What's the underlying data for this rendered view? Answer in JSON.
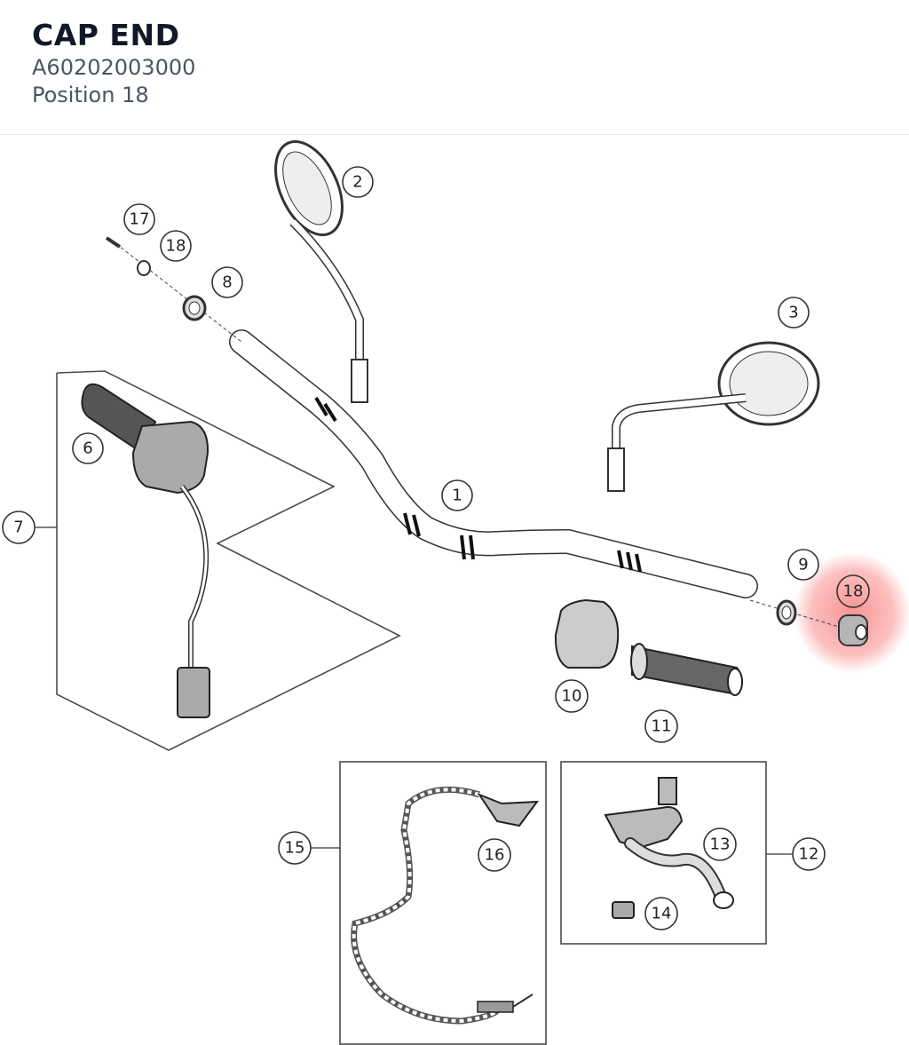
{
  "part": {
    "name": "CAP END",
    "number": "A60202003000",
    "position": "Position 18"
  },
  "colors": {
    "highlight": "#f87171",
    "line": "#333333",
    "frame": "#4b4b4b"
  },
  "callouts": {
    "c1": "1",
    "c2": "2",
    "c3": "3",
    "c6": "6",
    "c7": "7",
    "c8": "8",
    "c9": "9",
    "c10": "10",
    "c11": "11",
    "c12": "12",
    "c13": "13",
    "c14": "14",
    "c15": "15",
    "c16": "16",
    "c17": "17",
    "c18a": "18",
    "c18b": "18"
  },
  "icons": {
    "handlebar": "handlebar-icon",
    "mirror_left": "mirror-icon",
    "mirror_right": "mirror-icon",
    "grip_left": "grip-icon",
    "grip_right": "grip-icon",
    "switch_left": "switch-housing-icon",
    "switch_right": "switch-housing-icon",
    "clutch_lever": "lever-icon",
    "cable": "cable-icon",
    "cap_end": "cap-end-icon"
  }
}
